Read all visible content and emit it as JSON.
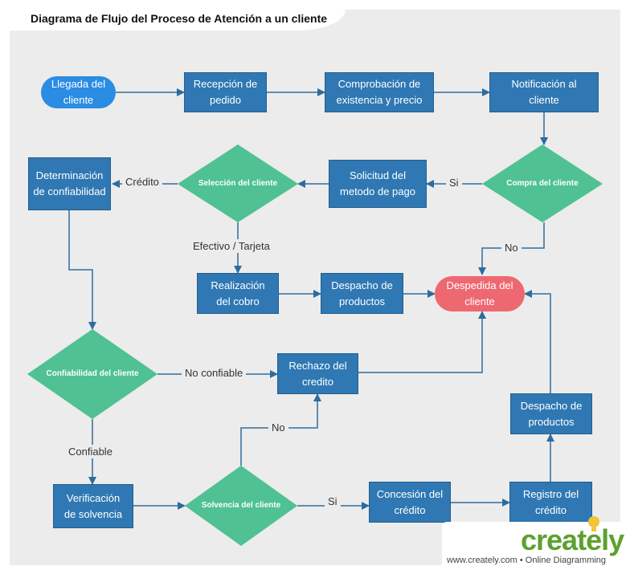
{
  "title": "Diagrama de Flujo del Proceso de Atención a un cliente",
  "nodes": {
    "llegada": "Llegada del\ncliente",
    "recepcion": "Recepción de\npedido",
    "comprobacion": "Comprobación de\nexistencia y precio",
    "notificacion": "Notificación al\ncliente",
    "compra": "Compra del  cliente",
    "solicitud": "Solicitud del\nmetodo de pago",
    "seleccion": "Selección del  cliente",
    "determinacion": "Determinación\nde confiabilidad",
    "realizacion": "Realización\ndel cobro",
    "despacho1": "Despacho de\nproductos",
    "despedida": "Despedida del\ncliente",
    "confiabilidad": "Confiabilidad  del cliente",
    "rechazo": "Rechazo del\ncredito",
    "despacho2": "Despacho de\nproductos",
    "verificacion": "Verificación\nde solvencia",
    "solvencia": "Solvencia del  cliente",
    "concesion": "Concesión del\ncrédito",
    "registro": "Registro del\ncrédito"
  },
  "edges": {
    "si_compra": "Si",
    "no_compra": "No",
    "credito": "Crédito",
    "efectivo": "Efectivo / Tarjeta",
    "no_confiable": "No confiable",
    "confiable": "Confiable",
    "no_solvencia": "No",
    "si_solvencia": "Si"
  },
  "brand": {
    "name": "creately",
    "tagline": "www.creately.com • Online Diagramming"
  },
  "colors": {
    "process": "#2f78b3",
    "decision": "#4fc193",
    "start": "#2a8ce3",
    "end": "#ee6872",
    "connector": "#2e6c9e",
    "background": "#ececec",
    "brand_green": "#5da12f"
  }
}
